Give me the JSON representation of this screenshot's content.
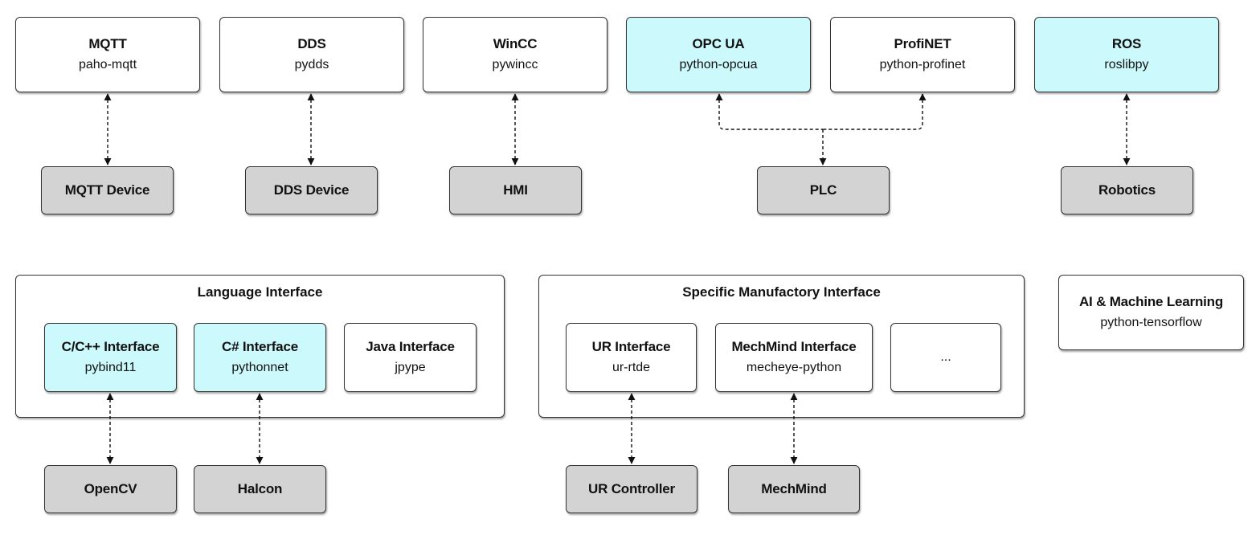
{
  "protocols": {
    "mqtt": {
      "title": "MQTT",
      "lib": "paho-mqtt"
    },
    "dds": {
      "title": "DDS",
      "lib": "pydds"
    },
    "wincc": {
      "title": "WinCC",
      "lib": "pywincc"
    },
    "opcua": {
      "title": "OPC UA",
      "lib": "python-opcua"
    },
    "profinet": {
      "title": "ProfiNET",
      "lib": "python-profinet"
    },
    "ros": {
      "title": "ROS",
      "lib": "roslibpy"
    }
  },
  "devices": {
    "mqtt_device": "MQTT Device",
    "dds_device": "DDS Device",
    "hmi": "HMI",
    "plc": "PLC",
    "robotics": "Robotics",
    "opencv": "OpenCV",
    "halcon": "Halcon",
    "ur_controller": "UR Controller",
    "mechmind": "MechMind"
  },
  "language_interface": {
    "title": "Language Interface",
    "cpp": {
      "title": "C/C++ Interface",
      "lib": "pybind11"
    },
    "csharp": {
      "title": "C# Interface",
      "lib": "pythonnet"
    },
    "java": {
      "title": "Java Interface",
      "lib": "jpype"
    }
  },
  "manufactory_interface": {
    "title": "Specific Manufactory Interface",
    "ur": {
      "title": "UR Interface",
      "lib": "ur-rtde"
    },
    "mechmind": {
      "title": "MechMind Interface",
      "lib": "mecheye-python"
    },
    "more": "..."
  },
  "ai": {
    "title": "AI & Machine Learning",
    "lib": "python-tensorflow"
  },
  "colors": {
    "highlight": "#ccf9fb",
    "device": "#d3d3d3",
    "border": "#333333"
  }
}
